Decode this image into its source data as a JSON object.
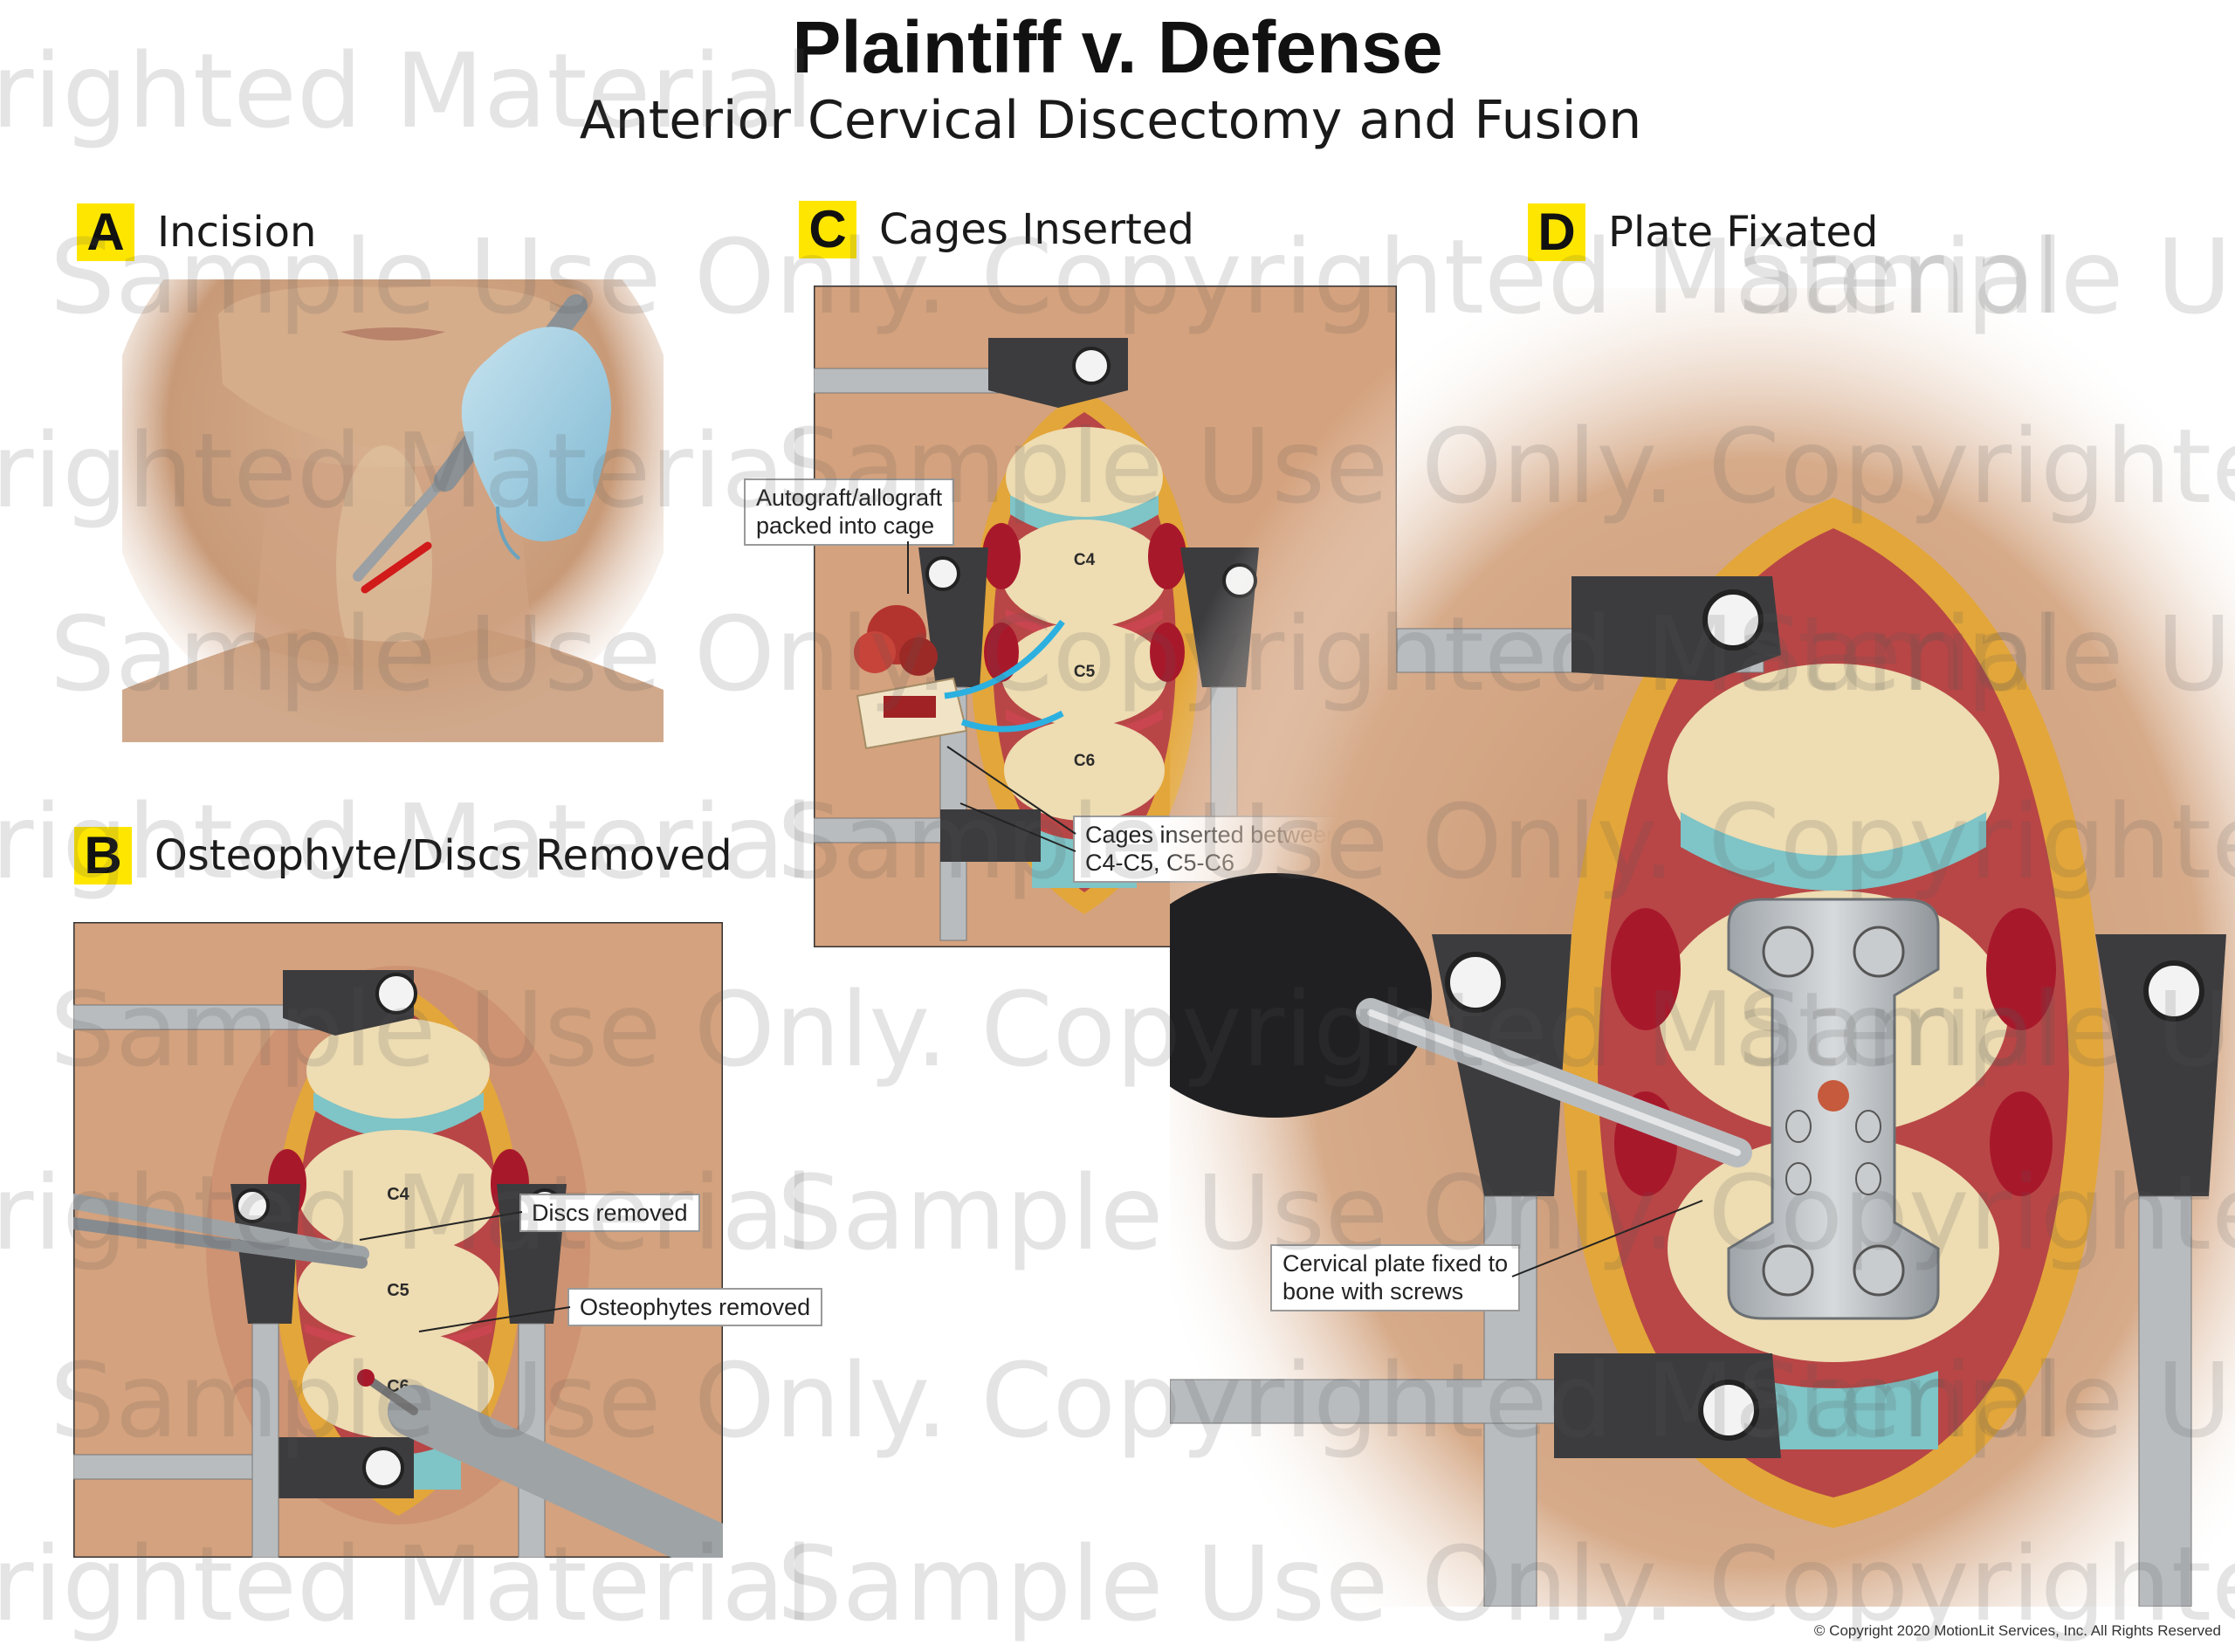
{
  "header": {
    "title": "Plaintiff v. Defense",
    "subtitle": "Anterior Cervical Discectomy and Fusion"
  },
  "panels": {
    "a": {
      "letter": "A",
      "title": "Incision"
    },
    "b": {
      "letter": "B",
      "title": "Osteophyte/Discs Removed",
      "vertebra_labels": [
        "C4",
        "C5",
        "C6"
      ],
      "callouts": {
        "discs": "Discs removed",
        "osteophytes": "Osteophytes removed"
      }
    },
    "c": {
      "letter": "C",
      "title": "Cages Inserted",
      "vertebra_labels": [
        "C4",
        "C5",
        "C6"
      ],
      "callouts": {
        "graft_line1": "Autograft/allograft",
        "graft_line2": "packed into cage",
        "cages_line1": "Cages inserted between",
        "cages_line2": "C4-C5, C5-C6"
      }
    },
    "d": {
      "letter": "D",
      "title": "Plate Fixated",
      "callouts": {
        "plate_line1": "Cervical plate fixed to",
        "plate_line2": "bone with screws"
      }
    }
  },
  "watermark": {
    "text_copyrighted": "righted Material",
    "text_sample": "Sample Use Only. Copyrighted Material",
    "text_sample_short": "Sample Use",
    "text_mid": "Sample Use Only. Copyrighted Mater",
    "text_left_b": "ple Use Only."
  },
  "footer": {
    "copyright": "© Copyright 2020 MotionLit Services, Inc. All Rights Reserved"
  },
  "colors": {
    "badge": "#ffe600",
    "tissue": "#d9a57e",
    "bone": "#efdcb0",
    "cartilage": "#7fc4c6",
    "blood": "#a8182b",
    "steel": "#b8bcbf"
  }
}
